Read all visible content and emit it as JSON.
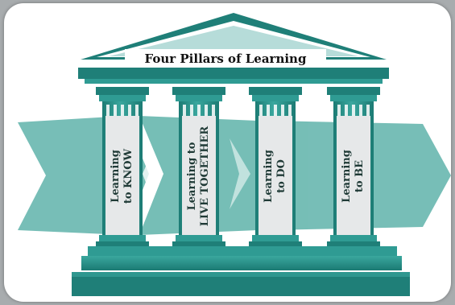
{
  "title": "Four Pillars of Learning",
  "pillars": [
    {
      "line1": "Learning",
      "line2": "to KNOW"
    },
    {
      "line1": "Learning to",
      "line2": "LIVE TOGETHER"
    },
    {
      "line1": "Learning",
      "line2": "to DO"
    },
    {
      "line1": "Learning",
      "line2": "to BE"
    }
  ],
  "colors": {
    "teal_dark": "#1f7f78",
    "teal": "#2f9b93",
    "teal_light": "#7cc5be",
    "arrow": "#5fb3aa",
    "panel": "#e6e8e9"
  }
}
